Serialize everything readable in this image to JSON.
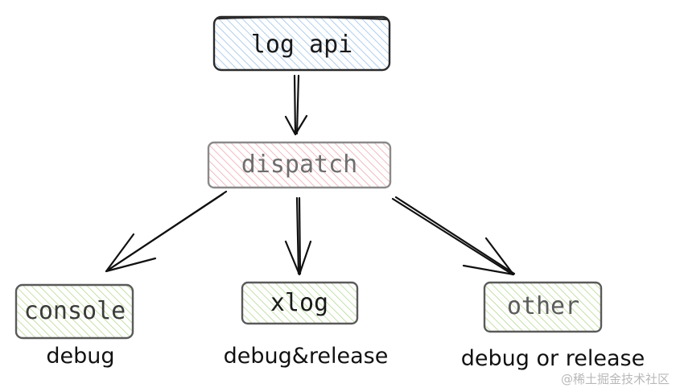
{
  "nodes": {
    "log_api": {
      "label": "log api",
      "color": "#4a90d9"
    },
    "dispatch": {
      "label": "dispatch",
      "color": "#e0636f"
    },
    "console": {
      "label": "console",
      "color": "#7cb342"
    },
    "xlog": {
      "label": "xlog",
      "color": "#7cb342"
    },
    "other": {
      "label": "other",
      "color": "#7cb342"
    }
  },
  "captions": {
    "console": "debug",
    "xlog": "debug&release",
    "other": "debug or release"
  },
  "watermark": "@稀土掘金技术社区",
  "edges": [
    {
      "from": "log_api",
      "to": "dispatch"
    },
    {
      "from": "dispatch",
      "to": "console"
    },
    {
      "from": "dispatch",
      "to": "xlog"
    },
    {
      "from": "dispatch",
      "to": "other"
    }
  ]
}
